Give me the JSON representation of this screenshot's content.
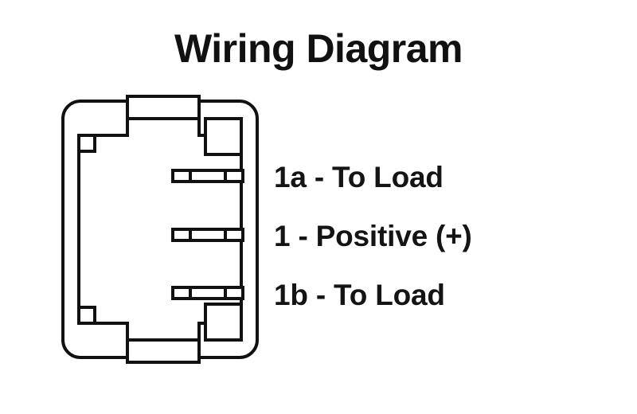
{
  "title": "Wiring Diagram",
  "colors": {
    "background": "#ffffff",
    "stroke": "#111111",
    "text": "#141414",
    "watermark": "#fbfbfb"
  },
  "diagram": {
    "kind": "rocker-switch-terminal-layout",
    "outline_label": "switch-body-outline",
    "terminals": [
      {
        "id": "1a",
        "position": "top"
      },
      {
        "id": "1",
        "position": "middle"
      },
      {
        "id": "1b",
        "position": "bottom"
      }
    ]
  },
  "legend": {
    "items": [
      {
        "label": "1a - To Load",
        "terminal": "1a"
      },
      {
        "label": "1 - Positive (+)",
        "terminal": "1"
      },
      {
        "label": "1b - To Load",
        "terminal": "1b"
      }
    ]
  },
  "watermark": {
    "text": ""
  }
}
